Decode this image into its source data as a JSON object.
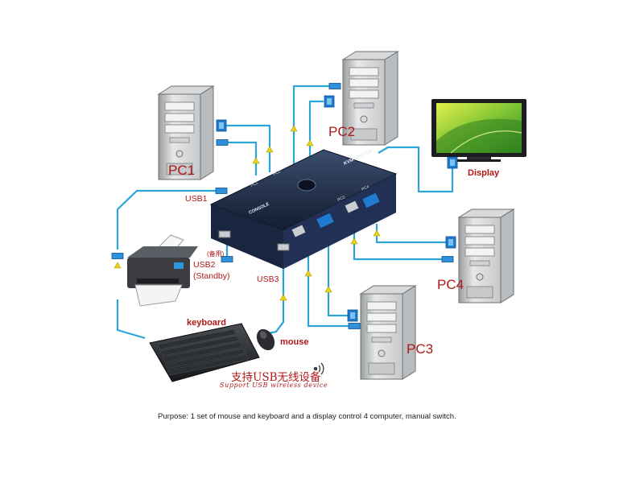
{
  "labels": {
    "pc1": "PC1",
    "pc2": "PC2",
    "pc3": "PC3",
    "pc4": "PC4",
    "display": "Display",
    "usb1": "USB1",
    "usb2": "USB2",
    "usb2_sub": "(Standby)",
    "usb2_cn": "(备用)",
    "usb3": "USB3",
    "keyboard": "keyboard",
    "mouse": "mouse",
    "wireless_cn": "支持USB无线设备",
    "wireless_en": "Support USB wireless device"
  },
  "kvm": {
    "top_label": "KVM SWITCH",
    "console": "CONSOLE",
    "port_labels": [
      "PC1",
      "PC2",
      "PC3",
      "PC4"
    ]
  },
  "caption": "Purpose: 1 set of mouse and keyboard and a display control 4 computer, manual switch.",
  "colors": {
    "cable": "#2aa6d6",
    "label_red": "#b01818",
    "connector_blue": "#1e7bd0",
    "kvm_body": "#1d2b45"
  },
  "icons": [
    "pc-tower-icon",
    "monitor-icon",
    "printer-icon",
    "keyboard-icon",
    "mouse-icon",
    "wireless-icon",
    "kvm-switch-icon"
  ]
}
